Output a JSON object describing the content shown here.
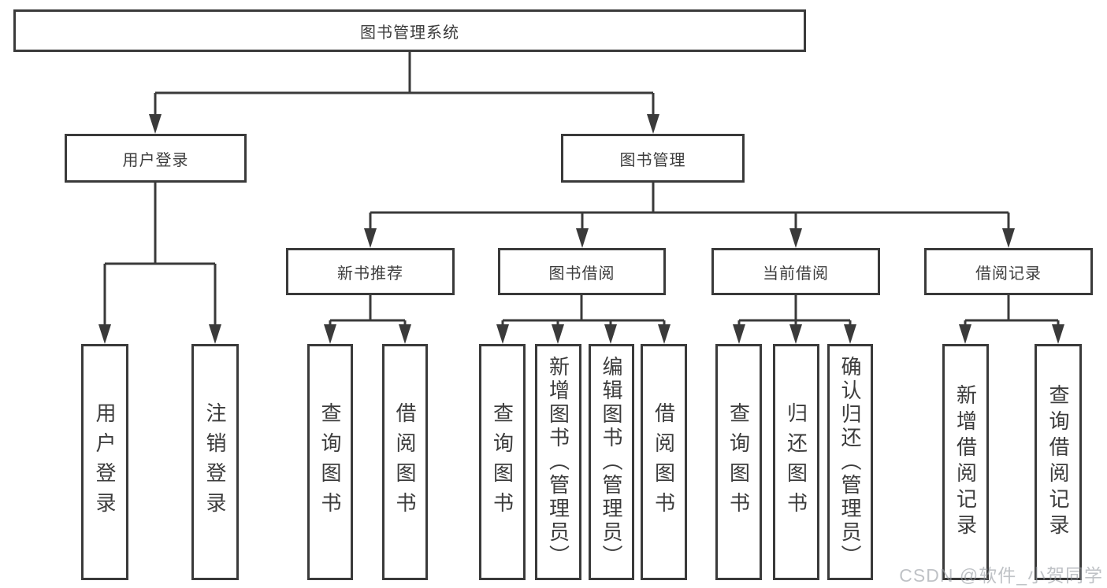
{
  "tree": {
    "label": "图书管理系统",
    "children": [
      {
        "label": "用户登录",
        "children": [
          {
            "label": "用户登录"
          },
          {
            "label": "注销登录"
          }
        ]
      },
      {
        "label": "图书管理",
        "children": [
          {
            "label": "新书推荐",
            "children": [
              {
                "label": "查询图书"
              },
              {
                "label": "借阅图书"
              }
            ]
          },
          {
            "label": "图书借阅",
            "children": [
              {
                "label": "查询图书"
              },
              {
                "label": "新增图书（管理员）"
              },
              {
                "label": "编辑图书（管理员）"
              },
              {
                "label": "借阅图书"
              }
            ]
          },
          {
            "label": "当前借阅",
            "children": [
              {
                "label": "查询图书"
              },
              {
                "label": "归还图书"
              },
              {
                "label": "确认归还（管理员）"
              }
            ]
          },
          {
            "label": "借阅记录",
            "children": [
              {
                "label": "新增借阅记录"
              },
              {
                "label": "查询借阅记录"
              }
            ]
          }
        ]
      }
    ]
  },
  "watermark": {
    "text": "CSDN @软件_小贺同学"
  },
  "colors": {
    "line": "#3a3a3a",
    "box_border": "#3a3a3a",
    "text": "#3c3c3c",
    "background": "#ffffff",
    "watermark": "#9499a0"
  }
}
